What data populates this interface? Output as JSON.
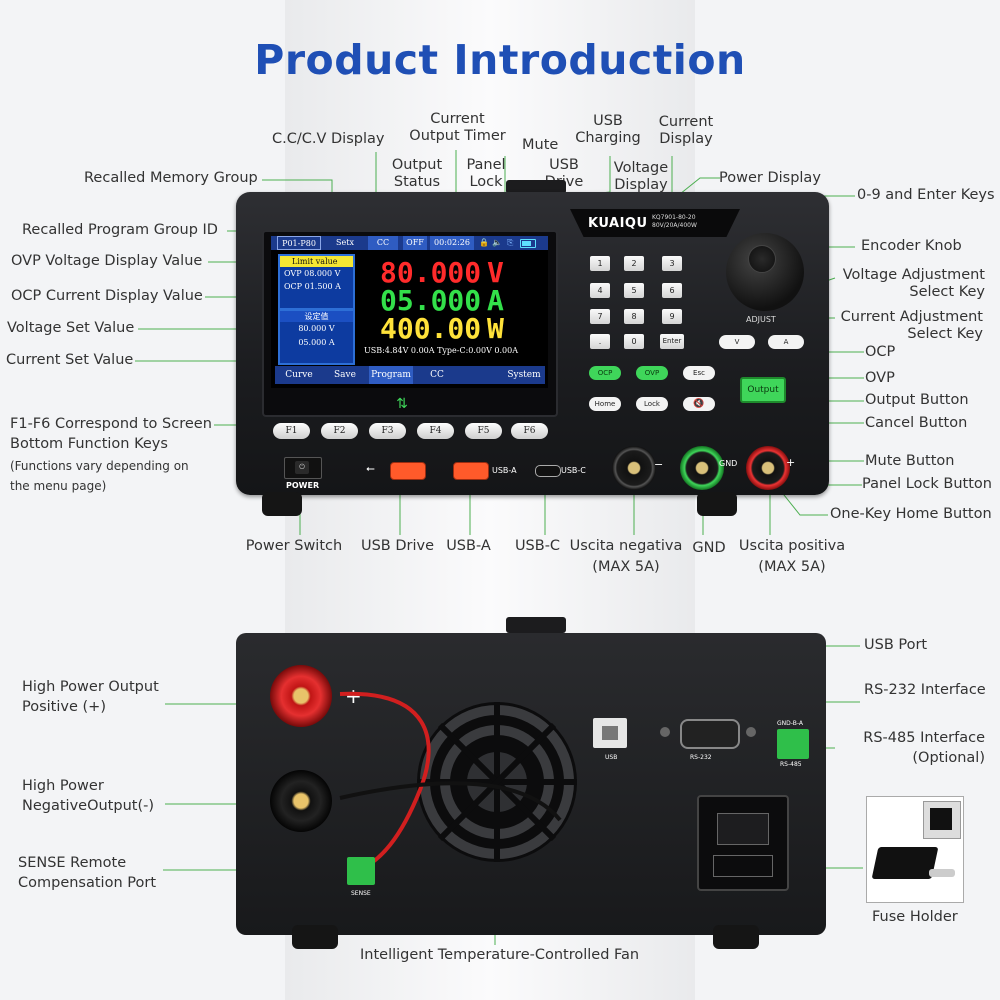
{
  "title": "Product Introduction",
  "labels": {
    "cc_cv_display": "C.C/C.V Display",
    "current_output_timer": "Current Output Timer",
    "mute": "Mute",
    "usb_charging": "USB Charging",
    "current_display": "Current Display",
    "output_status": "Output Status",
    "panel_lock": "Panel Lock",
    "usb_drive_top": "USB Drive",
    "voltage_display": "Voltage Display",
    "power_display": "Power Display",
    "recalled_memory_group": "Recalled Memory Group",
    "recalled_program_group_id": "Recalled Program Group ID",
    "ovp_voltage_display_value": "OVP Voltage Display Value",
    "ocp_current_display_value": "OCP Current Display Value",
    "voltage_set_value": "Voltage Set Value",
    "current_set_value": "Current Set Value",
    "f1_f6": "F1-F6 Correspond to Screen Bottom Function Keys",
    "f1_f6_note": "(Functions vary depending on the menu page)",
    "keys_0_9": "0-9 and Enter Keys",
    "encoder_knob": "Encoder Knob",
    "voltage_adj": "Voltage Adjustment Select Key",
    "current_adj": "Current Adjustment Select Key",
    "ocp": "OCP",
    "ovp": "OVP",
    "output_button": "Output Button",
    "cancel_button": "Cancel Button",
    "mute_button": "Mute Button",
    "panel_lock_button": "Panel Lock Button",
    "one_key_home": "One-Key Home Button",
    "power_switch": "Power Switch",
    "usb_drive": "USB Drive",
    "usb_a": "USB-A",
    "usb_c": "USB-C",
    "uscita_negativa": "Uscita negativa",
    "max_5a": "(MAX 5A)",
    "gnd": "GND",
    "uscita_positiva": "Uscita positiva",
    "usb_port": "USB Port",
    "rs232_interface": "RS-232 Interface",
    "rs485_interface": "RS-485 Interface (Optional)",
    "high_power_pos": "High Power Output Positive (+)",
    "high_power_neg": "High Power NegativeOutput(-)",
    "sense_port": "SENSE Remote Compensation Port",
    "fuse_holder": "Fuse Holder",
    "fan": "Intelligent Temperature-Controlled Fan"
  },
  "device": {
    "brand": "KUAIQU",
    "model": "KQ7901-80-20",
    "spec": "80V/20A/400W",
    "topbar": [
      "P01-P80",
      "Setx",
      "CC",
      "OFF",
      "00:02:26"
    ],
    "limit_header": "Limit value",
    "ovp_row": "OVP 08.000  V",
    "ocp_row": "OCP 01.500  A",
    "set_header": "设定值",
    "set_v": "80.000  V",
    "set_a": "05.000  A",
    "voltage": "80.000",
    "voltage_unit": "V",
    "current": "05.000",
    "current_unit": "A",
    "power": "400.00",
    "power_unit": "W",
    "info": "USB:4.84V  0.00A  Type-C:0.00V  0.00A",
    "fkeys_screen": [
      "Curve",
      "Save",
      "Program",
      "CC",
      "",
      "System"
    ],
    "fbuttons": [
      "F1",
      "F2",
      "F3",
      "F4",
      "F5",
      "F6"
    ],
    "keys": [
      "1",
      "2",
      "3",
      "4",
      "5",
      "6",
      "7",
      "8",
      "9",
      ".",
      "0",
      "Enter"
    ],
    "adjust": "ADJUST",
    "v_key": "V",
    "a_key": "A",
    "ocp_key": "OCP",
    "ovp_key": "OVP",
    "esc_key": "Esc",
    "home_key": "Home",
    "lock_key": "Lock",
    "output_key": "Output",
    "power_text": "POWER",
    "usb_a_text": "USB-A",
    "usb_c_text": "USB-C",
    "gnd_text": "GND",
    "minus": "−",
    "plus": "+"
  },
  "rear": {
    "usb": "USB",
    "rs232": "RS-232",
    "gnd_b_a": "GND-B-A",
    "rs485": "RS-485",
    "sense": "SENSE",
    "plus": "+"
  },
  "colors": {
    "title": "#1f4fb5",
    "accent_green": "#3fd65a",
    "voltage": "#ff2b2b",
    "current": "#33e04a",
    "power": "#ffe23a"
  }
}
